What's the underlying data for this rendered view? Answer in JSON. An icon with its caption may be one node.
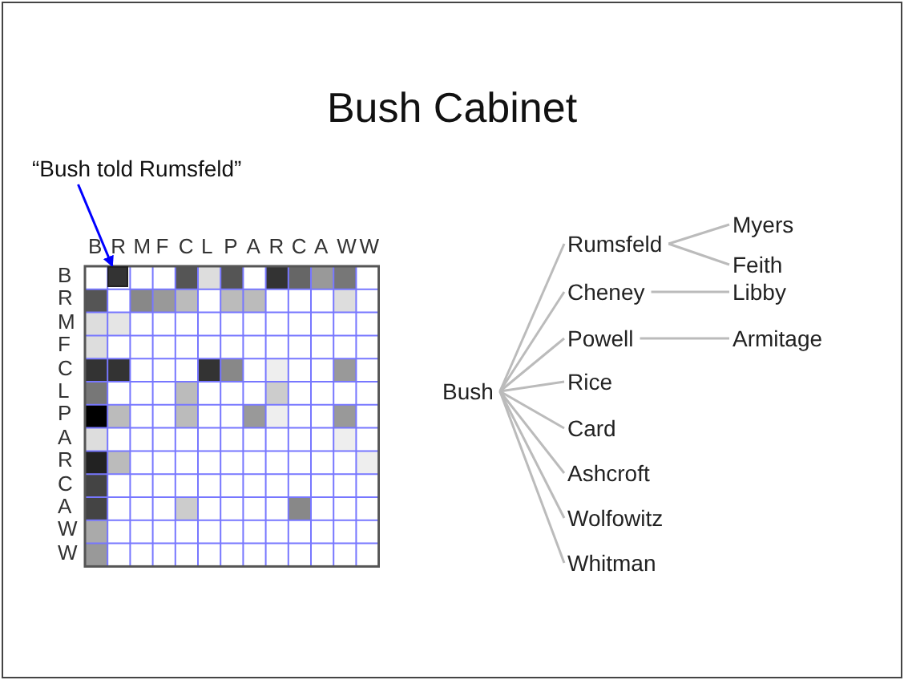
{
  "diagram": {
    "title": "Bush Cabinet",
    "nodes": [
      {
        "text": [
          "“Bush told Rumsfeld”"
        ]
      },
      {
        "text": [],
        "shape": "box"
      },
      {
        "text": [
          "Bush"
        ]
      },
      {
        "text": [
          "Rumsfeld"
        ]
      },
      {
        "text": [
          "Cheney"
        ]
      },
      {
        "text": [
          "Powell"
        ]
      },
      {
        "text": [
          "Rice"
        ]
      },
      {
        "text": [
          "Card"
        ]
      },
      {
        "text": [
          "Ashcroft"
        ]
      },
      {
        "text": [
          "Wolfowitz"
        ]
      },
      {
        "text": [
          "Whitman"
        ]
      },
      {
        "text": [
          "Myers"
        ]
      },
      {
        "text": [
          "Feith"
        ]
      },
      {
        "text": [
          "Libby"
        ]
      },
      {
        "text": [
          "Armitage"
        ]
      }
    ],
    "edges": [
      {
        "from": 0,
        "to": 1,
        "arrow": "to",
        "color": "#0000ff"
      },
      {
        "from": 2,
        "to": 3,
        "arrow": "none"
      },
      {
        "from": 2,
        "to": 4,
        "arrow": "none"
      },
      {
        "from": 2,
        "to": 5,
        "arrow": "none"
      },
      {
        "from": 2,
        "to": 6,
        "arrow": "none"
      },
      {
        "from": 2,
        "to": 7,
        "arrow": "none"
      },
      {
        "from": 2,
        "to": 8,
        "arrow": "none"
      },
      {
        "from": 2,
        "to": 9,
        "arrow": "none"
      },
      {
        "from": 2,
        "to": 10,
        "arrow": "none"
      },
      {
        "from": 3,
        "to": 11,
        "arrow": "none"
      },
      {
        "from": 3,
        "to": 12,
        "arrow": "none"
      },
      {
        "from": 4,
        "to": 13,
        "arrow": "none"
      },
      {
        "from": 5,
        "to": 14,
        "arrow": "none"
      }
    ],
    "labels": [
      "B",
      "R",
      "M",
      "F",
      "C",
      "L",
      "P",
      "A",
      "R",
      "C",
      "A",
      "W",
      "W",
      "B",
      "R",
      "M",
      "F",
      "C",
      "L",
      "P",
      "A",
      "R",
      "C",
      "A",
      "W",
      "W"
    ]
  }
}
